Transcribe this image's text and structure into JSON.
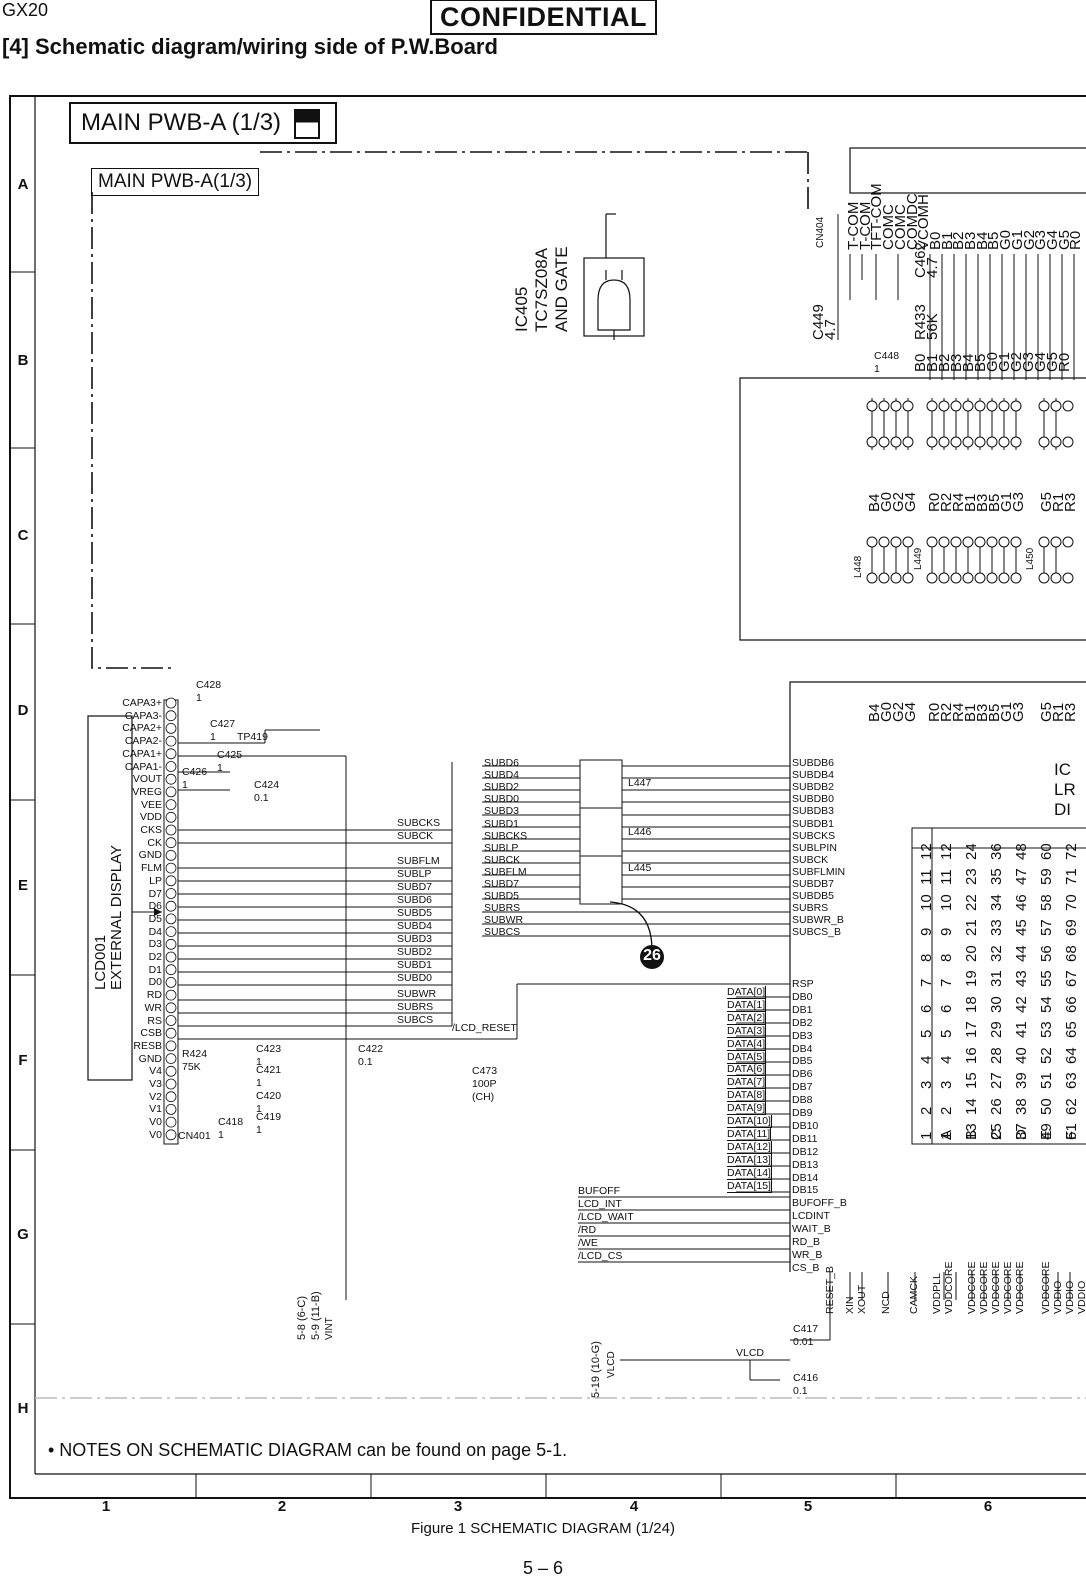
{
  "header": {
    "model": "GX20",
    "confidential": "CONFIDENTIAL",
    "title": "[4] Schematic diagram/wiring side of P.W.Board"
  },
  "board": {
    "title": "MAIN PWB-A (1/3)",
    "subtitle": "MAIN PWB-A(1/3)"
  },
  "grid": {
    "rows": [
      "A",
      "B",
      "C",
      "D",
      "E",
      "F",
      "G",
      "H"
    ],
    "cols": [
      "1",
      "2",
      "3",
      "4",
      "5",
      "6"
    ]
  },
  "lcd": {
    "ref": "LCD001",
    "name": "EXTERNAL DISPLAY",
    "connector": "CN401",
    "pins": [
      "CAPA3+",
      "CAPA3-",
      "CAPA2+",
      "CAPA2-",
      "CAPA1+",
      "CAPA1-",
      "VOUT",
      "VREG",
      "VEE",
      "VDD",
      "CKS",
      "CK",
      "GND",
      "FLM",
      "LP",
      "D7",
      "D6",
      "D5",
      "D4",
      "D3",
      "D2",
      "D1",
      "D0",
      "RD",
      "WR",
      "RS",
      "CSB",
      "RESB",
      "GND",
      "V4",
      "V3",
      "V2",
      "V1",
      "V0",
      "V0"
    ]
  },
  "lcd_caps": [
    "C428",
    "1",
    "C427",
    "1",
    "C425",
    "1",
    "C426",
    "1",
    "C424",
    "0.1",
    "TP419",
    "C423",
    "1",
    "C421",
    "1",
    "C420",
    "1",
    "C419",
    "1",
    "C418",
    "1",
    "R424",
    "75K",
    "C422",
    "0.1",
    "C473",
    "100P",
    "(CH)",
    "/LCD_RESET"
  ],
  "mid_nets": [
    "SUBCKS",
    "SUBCK",
    "SUBFLM",
    "SUBLP",
    "SUBD7",
    "SUBD6",
    "SUBD5",
    "SUBD4",
    "SUBD3",
    "SUBD2",
    "SUBD1",
    "SUBD0",
    "SUBWR",
    "SUBRS",
    "SUBCS"
  ],
  "sub_nets_left": [
    "SUBD6",
    "SUBD4",
    "SUBD2",
    "SUBD0",
    "SUBD3",
    "SUBD1",
    "SUBCKS",
    "SUBLP",
    "SUBCK",
    "SUBFLM",
    "SUBD7",
    "SUBD5",
    "SUBRS",
    "SUBWR",
    "SUBCS"
  ],
  "sub_nets_right": [
    "SUBDB6",
    "SUBDB4",
    "SUBDB2",
    "SUBDB0",
    "SUBDB3",
    "SUBDB1",
    "SUBCKS",
    "SUBLPIN",
    "SUBCK",
    "SUBFLMIN",
    "SUBDB7",
    "SUBDB5",
    "SUBRS",
    "SUBWR_B",
    "SUBCS_B"
  ],
  "filters": [
    "L447",
    "L446",
    "L445"
  ],
  "marker": "26",
  "data_nets": [
    "DATA[0]",
    "DATA[1]",
    "DATA[2]",
    "DATA[3]",
    "DATA[4]",
    "DATA[5]",
    "DATA[6]",
    "DATA[7]",
    "DATA[8]",
    "DATA[9]",
    "DATA[10]",
    "DATA[11]",
    "DATA[12]",
    "DATA[13]",
    "DATA[14]",
    "DATA[15]"
  ],
  "data_pins": [
    "RSP",
    "DB0",
    "DB1",
    "DB2",
    "DB3",
    "DB4",
    "DB5",
    "DB6",
    "DB7",
    "DB8",
    "DB9",
    "DB10",
    "DB11",
    "DB12",
    "DB13",
    "DB14",
    "DB15",
    "BUFOFF_B",
    "LCDINT",
    "WAIT_B",
    "RD_B",
    "WR_B",
    "CS_B"
  ],
  "ctrl_nets": [
    "BUFOFF",
    "LCD_INT",
    "/LCD_WAIT",
    "/RD",
    "/WE",
    "/LCD_CS"
  ],
  "bottom_pins": [
    "RESET_B",
    "XIN",
    "XOUT",
    "NCD",
    "CAMCK",
    "VDDPLL",
    "VDDCORE",
    "VDDCORE",
    "VDDCORE",
    "VDDCORE",
    "VDDCORE",
    "VDDCORE",
    "VDDCORE",
    "VDDIO",
    "VDDIO",
    "VDDIO"
  ],
  "bottom_caps": [
    "C417",
    "0.01",
    "VLCD",
    "C416",
    "0.1"
  ],
  "refs": {
    "vint": "VINT",
    "vint_ref1": "5-8 (6-C)",
    "vint_ref2": "5-9 (11-B)",
    "vlcd": "VLCD",
    "vlcd_ref": "5-19 (10-G)"
  },
  "ic405": {
    "ref": "IC405",
    "part": "TC7SZ08A",
    "desc": "AND GATE"
  },
  "cn404": {
    "ref": "CN404",
    "pins": [
      "T-COM",
      "T-COM",
      "TFT-COM",
      "COMC",
      "COMC",
      "COMDC",
      "VCOMH",
      "B0",
      "B1",
      "B2",
      "B3",
      "B4",
      "B5",
      "G0",
      "G1",
      "G2",
      "G3",
      "G4",
      "G5",
      "R0"
    ],
    "parts": [
      "C462",
      "4.7",
      "R433",
      "56K",
      "C449",
      "4.7",
      "C448",
      "1"
    ]
  },
  "rgb_row": [
    "B0",
    "B1",
    "B2",
    "B3",
    "B4",
    "B5",
    "G0",
    "G1",
    "G2",
    "G3",
    "G4",
    "G5",
    "R0"
  ],
  "rgb_row2": [
    "B4",
    "G0",
    "G2",
    "G4",
    "R0",
    "R2",
    "R4",
    "B1",
    "B3",
    "B5",
    "G1",
    "G3",
    "G5",
    "R1",
    "R3"
  ],
  "lcd_filters": [
    "L448",
    "L449",
    "L450"
  ],
  "ic_right": [
    "IC",
    "LR",
    "DI"
  ],
  "ball_grid": {
    "rows": [
      "A",
      "B",
      "C",
      "D",
      "E",
      "F"
    ],
    "header": [
      "1",
      "2",
      "3",
      "4",
      "5",
      "6",
      "7",
      "8",
      "9",
      "10",
      "11",
      "12"
    ],
    "cells": [
      [
        "1",
        "2",
        "3",
        "4",
        "5",
        "6",
        "7",
        "8",
        "9",
        "10",
        "11",
        "12"
      ],
      [
        "13",
        "14",
        "15",
        "16",
        "17",
        "18",
        "19",
        "20",
        "21",
        "22",
        "23",
        "24"
      ],
      [
        "25",
        "26",
        "27",
        "28",
        "29",
        "30",
        "31",
        "32",
        "33",
        "34",
        "35",
        "36"
      ],
      [
        "37",
        "38",
        "39",
        "40",
        "41",
        "42",
        "43",
        "44",
        "45",
        "46",
        "47",
        "48"
      ],
      [
        "49",
        "50",
        "51",
        "52",
        "53",
        "54",
        "55",
        "56",
        "57",
        "58",
        "59",
        "60"
      ],
      [
        "61",
        "62",
        "63",
        "64",
        "65",
        "66",
        "67",
        "68",
        "69",
        "70",
        "71",
        "72"
      ]
    ]
  },
  "footer": {
    "note": "• NOTES ON SCHEMATIC DIAGRAM can be found on page 5-1.",
    "caption": "Figure 1  SCHEMATIC DIAGRAM (1/24)",
    "page": "5 – 6"
  }
}
